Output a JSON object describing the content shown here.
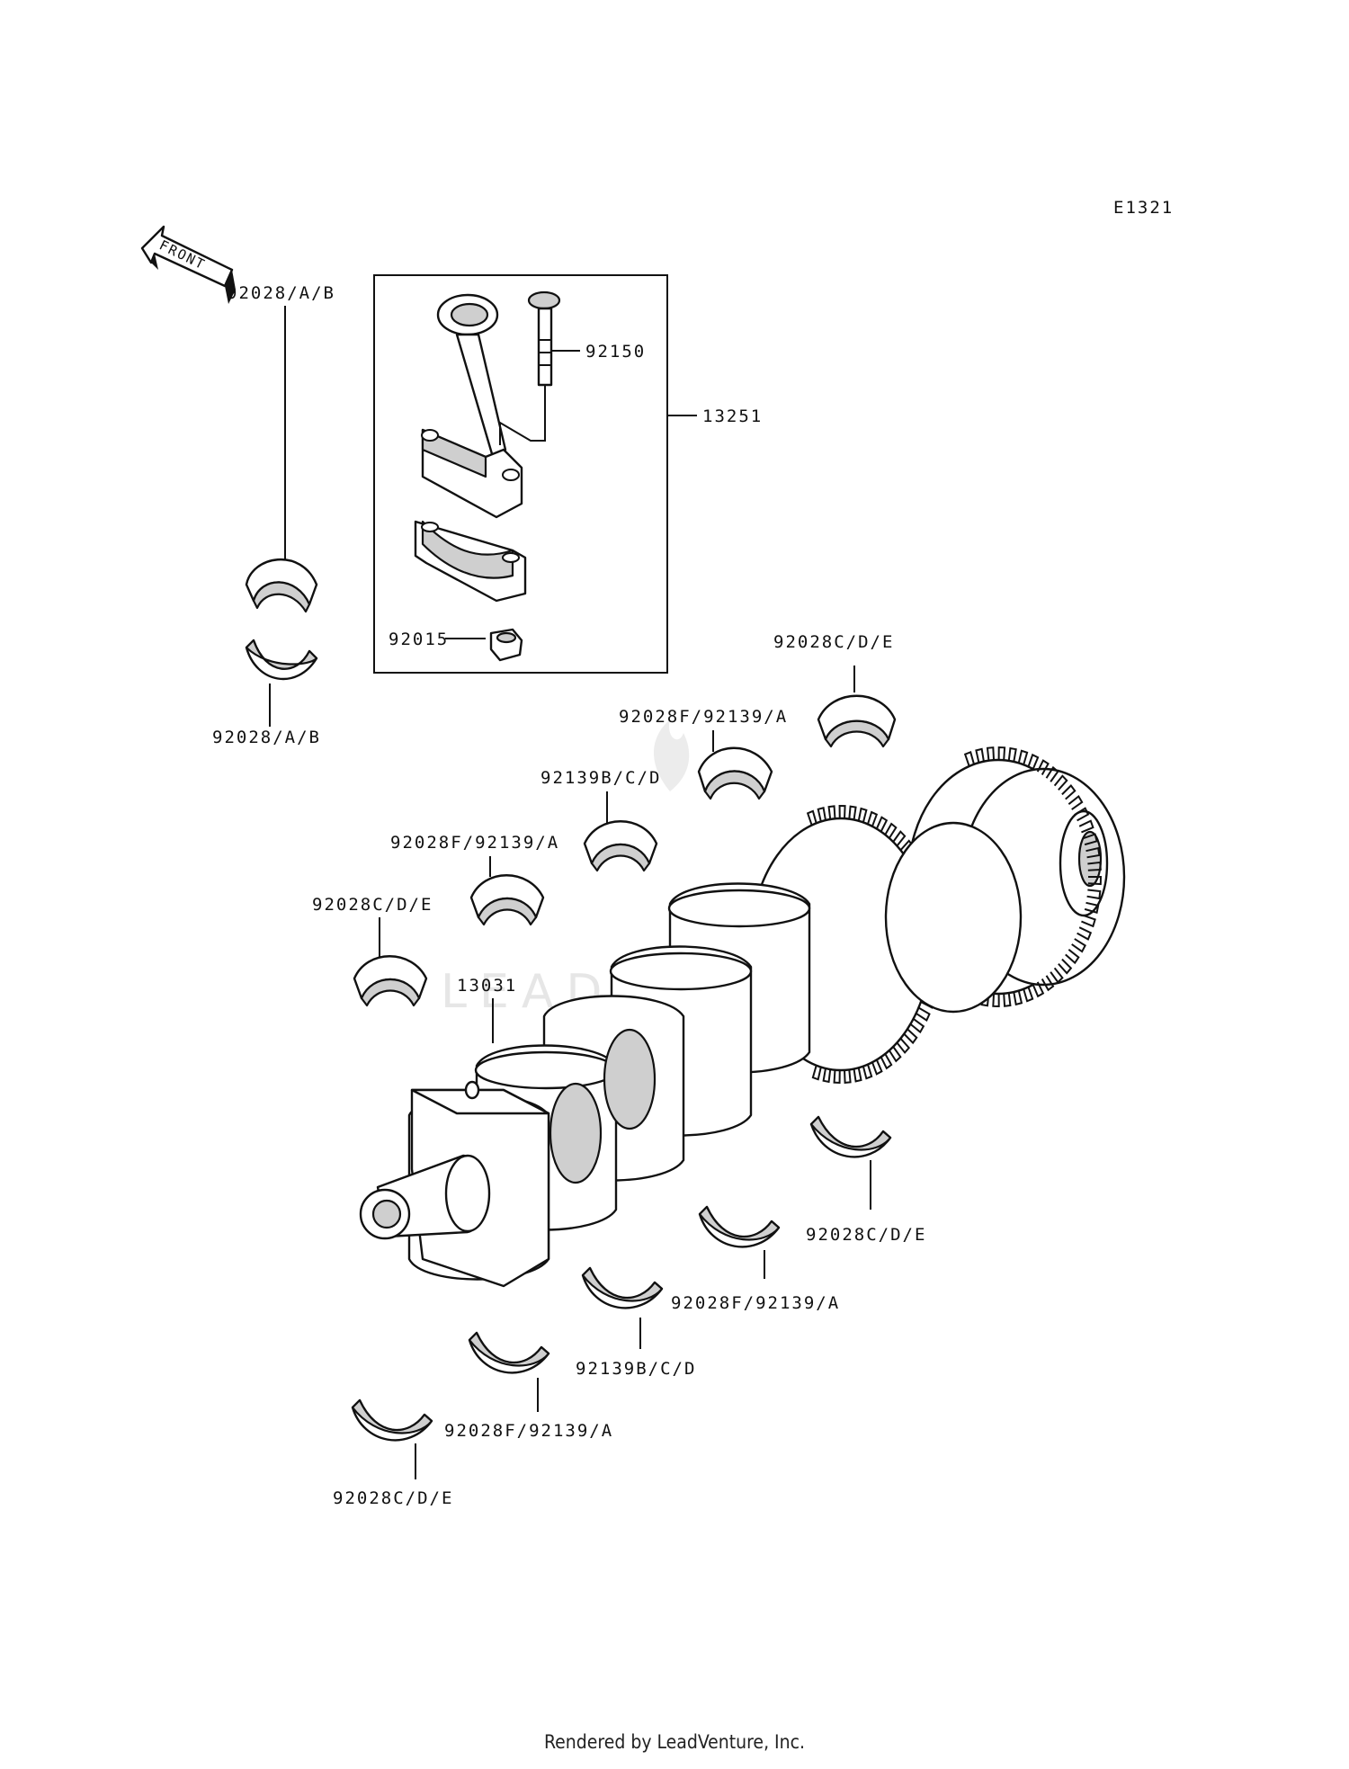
{
  "diagram": {
    "code": "E1321",
    "front_label": "FRONT",
    "watermark": "LEADVENTURE",
    "labels": {
      "conrod_assy": "13251",
      "conrod_bolt": "92150",
      "conrod_nut": "92015",
      "crankshaft": "13031",
      "rod_bearing_upper": "92028/A/B",
      "rod_bearing_lower": "92028/A/B",
      "main_upper_1": "92028C/D/E",
      "main_upper_2": "92028F/92139/A",
      "main_upper_3": "92139B/C/D",
      "main_upper_4": "92028F/92139/A",
      "main_upper_5": "92028C/D/E",
      "main_lower_1": "92028C/D/E",
      "main_lower_2": "92028F/92139/A",
      "main_lower_3": "92139B/C/D",
      "main_lower_4": "92028F/92139/A",
      "main_lower_5": "92028C/D/E"
    }
  },
  "footer": {
    "text": "Rendered by LeadVenture, Inc."
  }
}
